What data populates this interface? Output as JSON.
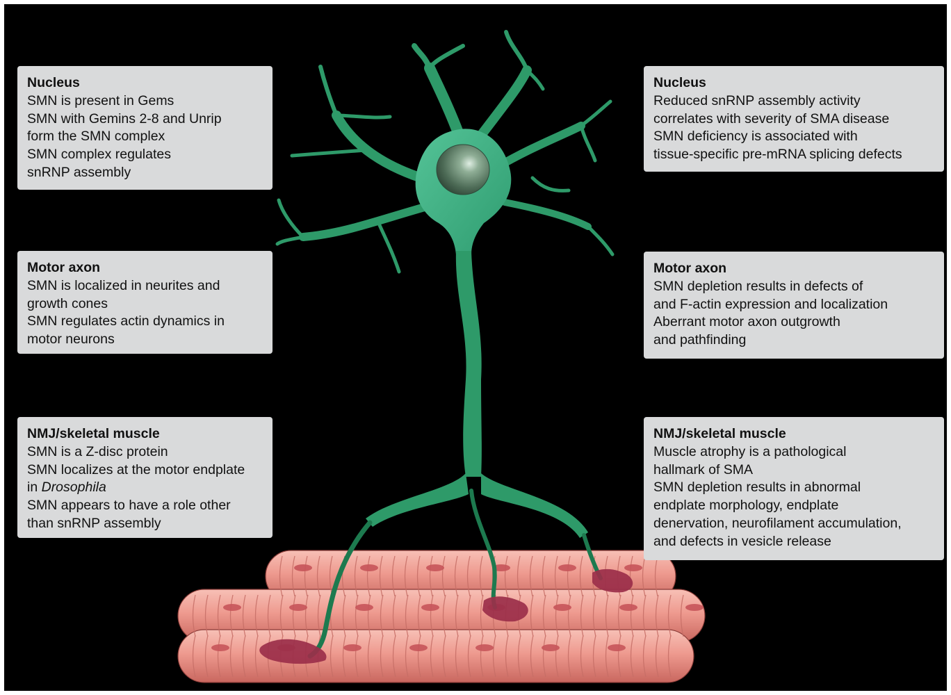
{
  "left": {
    "nucleus": {
      "title": "Nucleus",
      "lines": [
        "SMN is present in Gems",
        "SMN with Gemins 2-8 and Unrip",
        "form the SMN complex",
        "SMN complex regulates",
        "snRNP assembly"
      ]
    },
    "motor_axon": {
      "title": "Motor axon",
      "lines": [
        "SMN is localized in neurites and",
        "growth cones",
        "SMN regulates actin dynamics in",
        "motor neurons"
      ]
    },
    "nmj": {
      "title": "NMJ/skeletal muscle",
      "lines": [
        "SMN is a Z-disc protein",
        "SMN localizes at the motor endplate"
      ],
      "line3_prefix": "in ",
      "line3_italic": "Drosophila",
      "lines_after": [
        "SMN appears to have a role other",
        "than snRNP assembly"
      ]
    }
  },
  "right": {
    "nucleus": {
      "title": "Nucleus",
      "lines": [
        "Reduced snRNP assembly activity",
        "correlates with severity of SMA disease",
        "SMN deficiency is associated with",
        "tissue-specific pre-mRNA splicing defects"
      ]
    },
    "motor_axon": {
      "title": "Motor axon",
      "lines": [
        "SMN depletion results in defects of",
        "and F-actin expression and localization",
        "Aberrant motor axon outgrowth",
        "and pathfinding"
      ]
    },
    "nmj": {
      "title": "NMJ/skeletal muscle",
      "lines": [
        "Muscle atrophy is a pathological",
        "hallmark of SMA",
        "SMN depletion results in abnormal",
        "endplate morphology, endplate",
        "denervation, neurofilament accumulation,",
        "and defects in vesicle release"
      ]
    }
  },
  "colors": {
    "background": "#000000",
    "box": "#d9dadb",
    "neuron": "#3fae85",
    "neuron_dark": "#1d7a4f",
    "nucleus": "#5f7d68",
    "muscle": "#f2a39a",
    "muscle_stripe": "#d46d66",
    "endplate": "#9b2f4a"
  }
}
